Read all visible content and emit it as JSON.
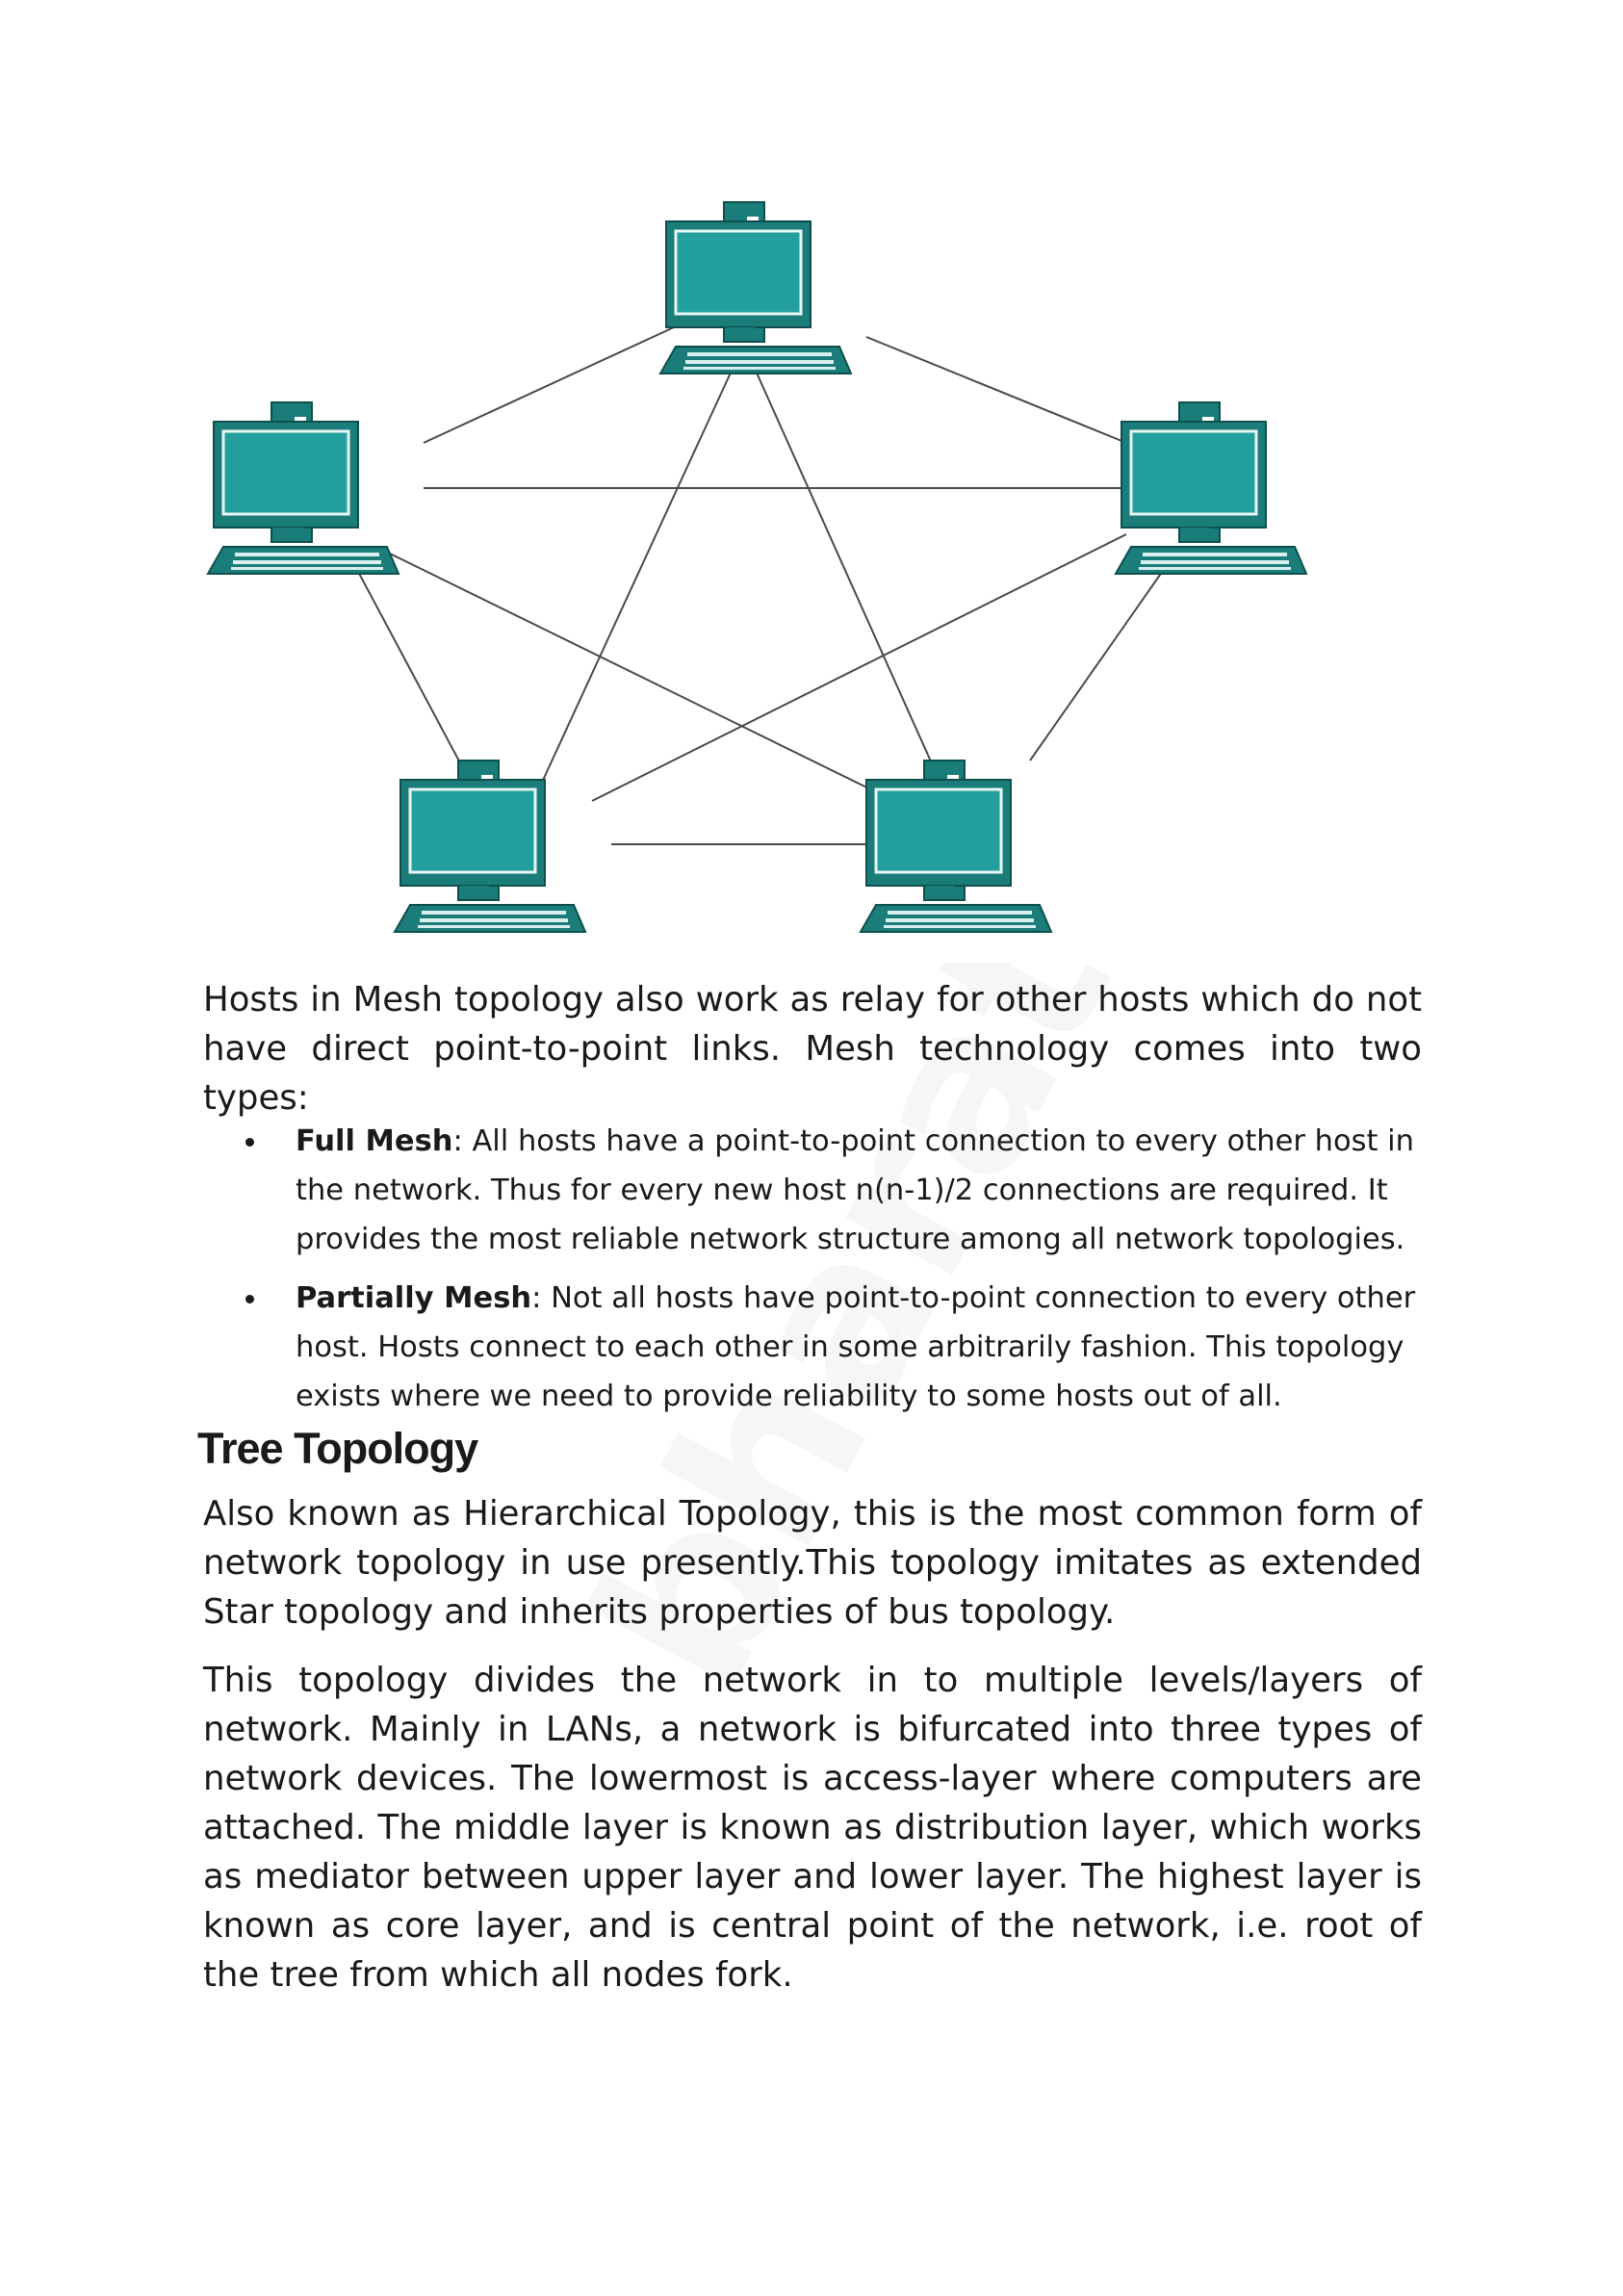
{
  "diagram": {
    "accent_color": "#1b7d7a",
    "screen_color": "#23a09d",
    "icon": "desktop-computer-icon",
    "watermark": "bharat"
  },
  "intro": {
    "text": "Hosts in Mesh topology also work as relay for other hosts which do not have direct point-to-point links. Mesh technology comes into two types:"
  },
  "bullets": [
    {
      "term": "Full Mesh",
      "text": ": All hosts have a point-to-point connection to every other host in the network. Thus for every new host n(n-1)/2 connections are required. It provides the most reliable network structure among all network topologies."
    },
    {
      "term": "Partially Mesh",
      "text": ": Not all hosts have point-to-point connection to every other host. Hosts connect to each other in some arbitrarily fashion. This topology exists where we need to provide reliability to some hosts out of all."
    }
  ],
  "tree": {
    "heading": "Tree Topology",
    "para1": "Also known as Hierarchical Topology, this is the most common form of network topology in use presently.This topology imitates as extended Star topology and inherits properties of bus topology.",
    "para2": "This topology divides the network in to multiple levels/layers of network. Mainly in LANs, a network is bifurcated into three types of network devices. The lowermost is access-layer where computers are attached. The middle layer is known as distribution layer, which works as mediator between upper layer and lower layer. The highest layer is known as core layer, and is central point of the network, i.e. root of the tree from which all nodes fork."
  }
}
